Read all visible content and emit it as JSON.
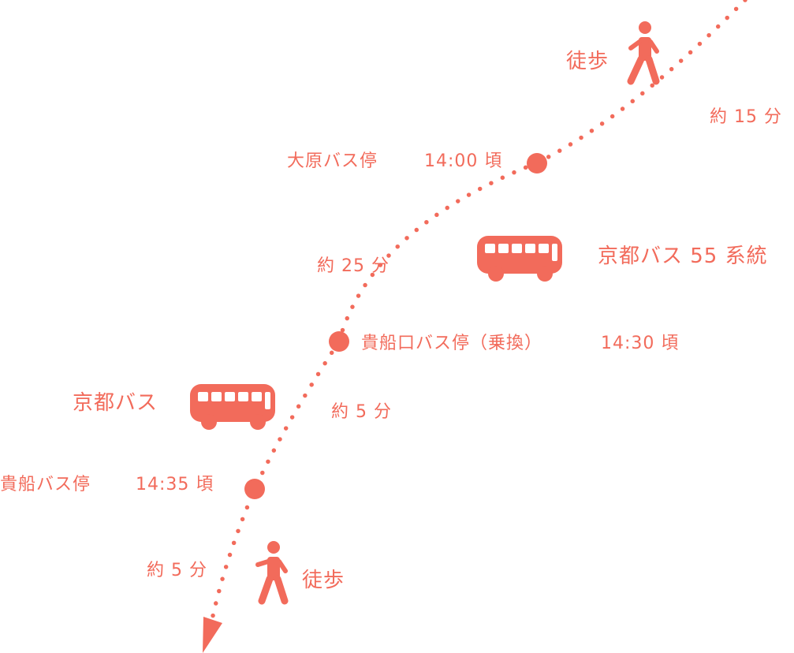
{
  "colors": {
    "accent": "#f26b5b",
    "background": "#ffffff"
  },
  "steps": [
    {
      "mode": "walk-icon",
      "label": "徒歩",
      "duration": "約 15 分"
    },
    {
      "stop": "大原バス停",
      "time": "14:00 頃"
    },
    {
      "mode": "bus-icon",
      "route": "京都バス 55 系統",
      "duration": "約 25 分"
    },
    {
      "stop": "貴船口バス停（乗換）",
      "time": "14:30 頃"
    },
    {
      "mode": "bus-icon",
      "route": "京都バス",
      "duration": "約 5 分"
    },
    {
      "stop": "貴船バス停",
      "time": "14:35 頃"
    },
    {
      "mode": "walk-icon",
      "label": "徒歩",
      "duration": "約 5 分"
    }
  ]
}
